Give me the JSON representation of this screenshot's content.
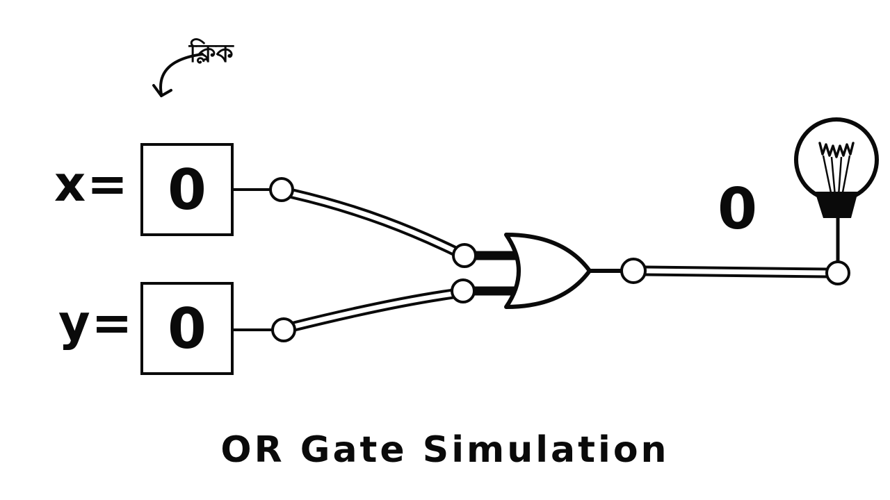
{
  "page": {
    "background": "#ffffff",
    "ink": "#0a0a0a"
  },
  "click_hint": {
    "label": "ক্লিক"
  },
  "inputs": {
    "x": {
      "label": "x=",
      "value": "0"
    },
    "y": {
      "label": "y=",
      "value": "0"
    }
  },
  "gate": {
    "type": "OR"
  },
  "output": {
    "value": "0"
  },
  "title": "OR Gate Simulation",
  "icons": {
    "arrow": "curved-arrow-icon",
    "bulb": "light-bulb-icon"
  }
}
